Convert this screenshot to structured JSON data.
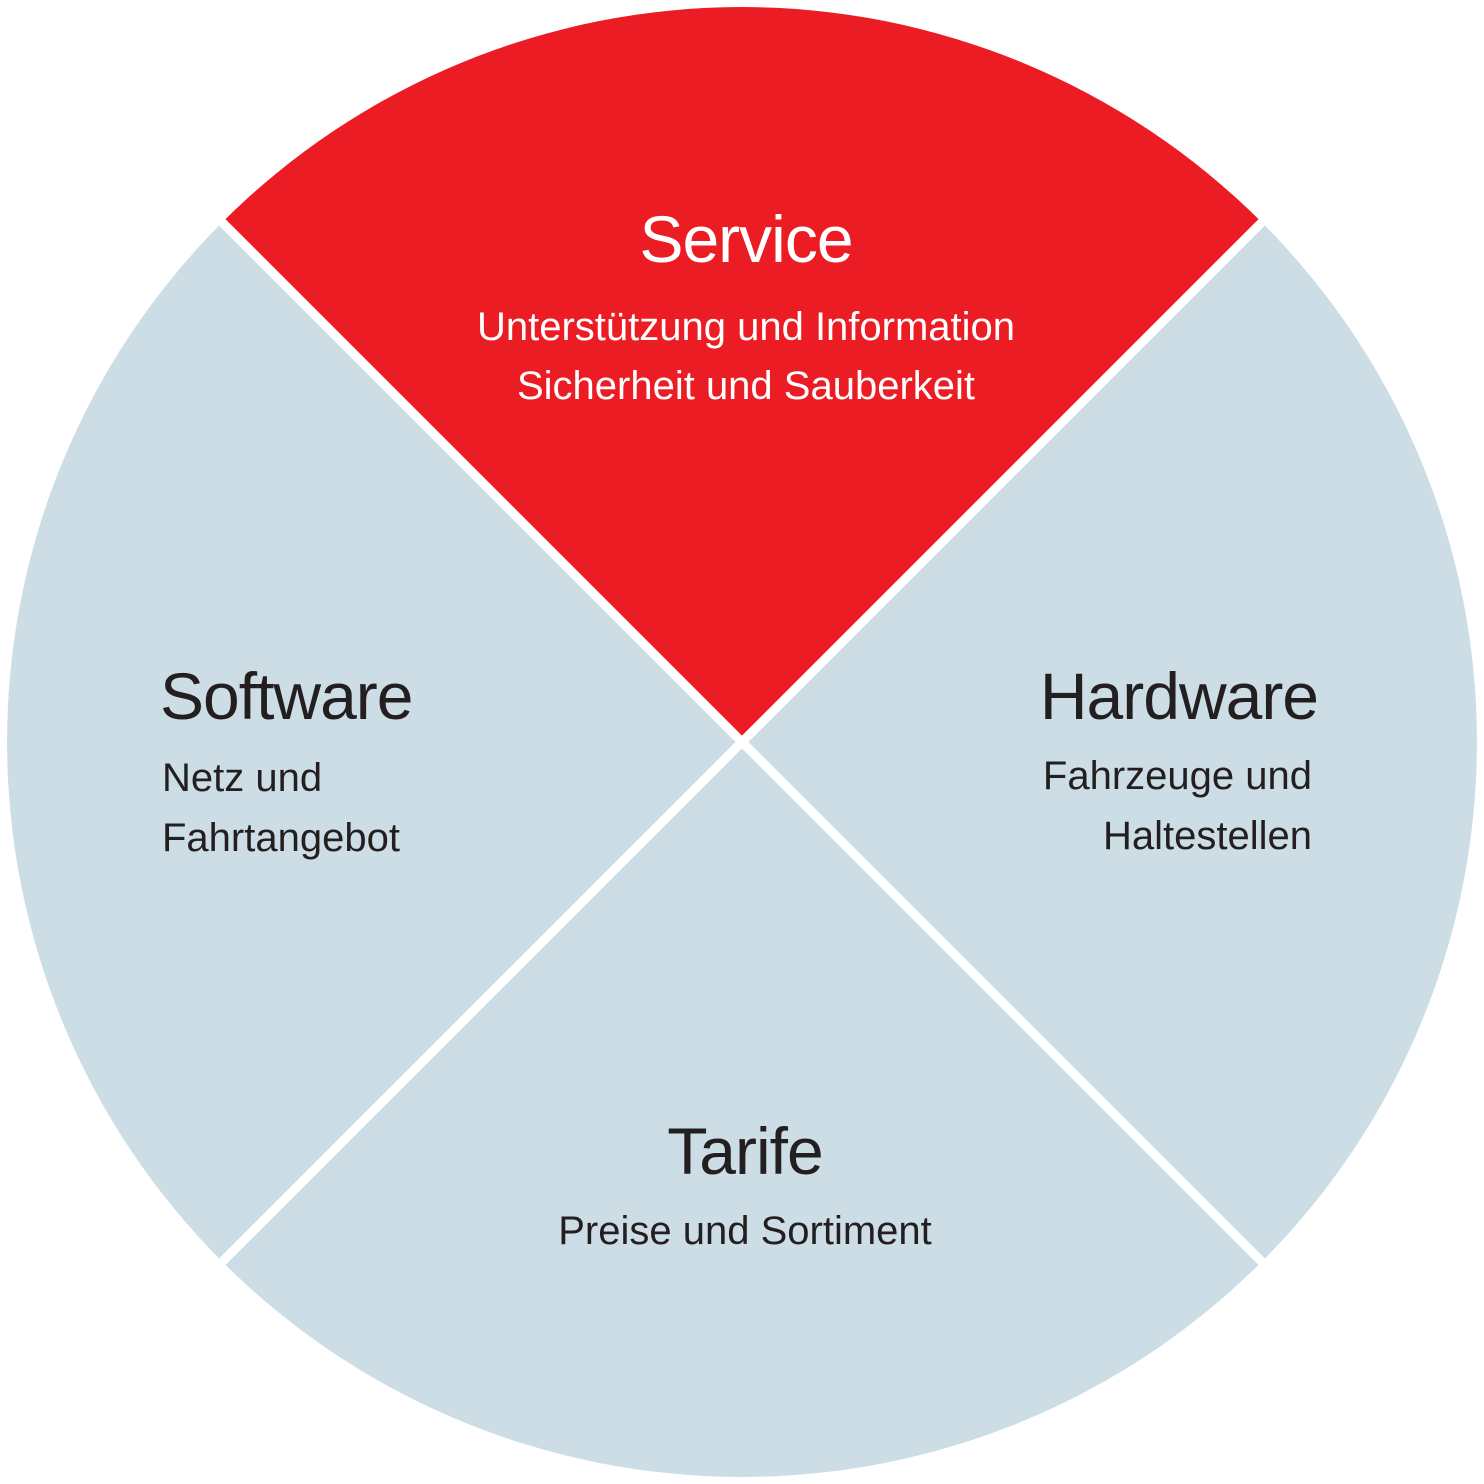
{
  "colors": {
    "highlight": "#ec1c24",
    "segment": "#cddde6",
    "divider": "#ffffff",
    "dark_text": "#231f20",
    "light_text": "#ffffff"
  },
  "segments": {
    "service": {
      "title": "Service",
      "lines": [
        "Unterstützung und Information",
        "Sicherheit und Sauberkeit"
      ],
      "highlighted": true
    },
    "software": {
      "title": "Software",
      "lines": [
        "Netz und",
        "Fahrtangebot"
      ],
      "highlighted": false
    },
    "hardware": {
      "title": "Hardware",
      "lines": [
        "Fahrzeuge und",
        "Haltestellen"
      ],
      "highlighted": false
    },
    "tarife": {
      "title": "Tarife",
      "lines": [
        "Preise und Sortiment"
      ],
      "highlighted": false
    }
  }
}
